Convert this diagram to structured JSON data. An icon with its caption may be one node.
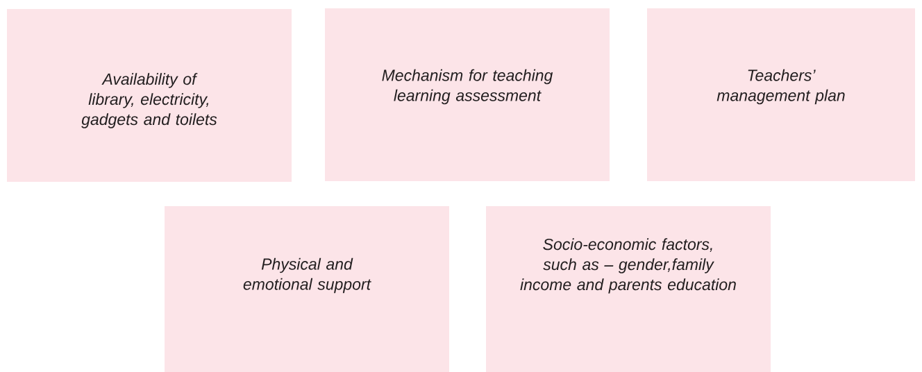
{
  "diagram": {
    "nodes": [
      {
        "text": [
          "Availability of library, electricity, gadgets and toilets"
        ]
      },
      {
        "text": [
          "Mechanism for teaching learning assessment"
        ]
      },
      {
        "text": [
          "Teachers’ management plan"
        ]
      },
      {
        "text": [
          "Physical and emotional support"
        ]
      },
      {
        "text": [
          "Socio-economic factors, such as  – gender,family income and parents education"
        ]
      }
    ]
  }
}
